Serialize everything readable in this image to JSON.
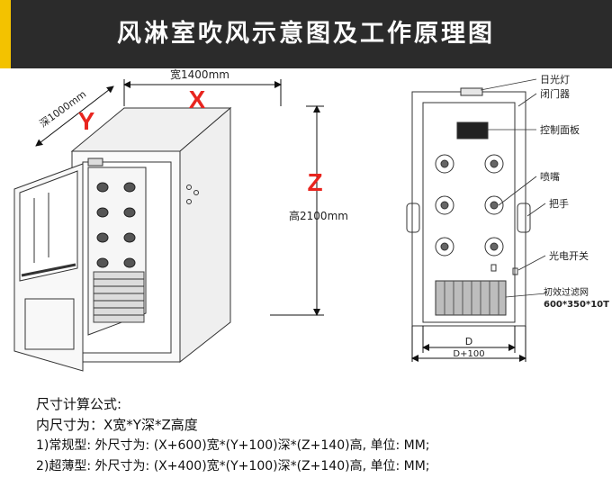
{
  "title": "风淋室吹风示意图及工作原理图",
  "dimensions": {
    "width_label": "宽1400mm",
    "depth_label": "深1000mm",
    "height_label": "高2100mm",
    "x_letter": "X",
    "y_letter": "Y",
    "z_letter": "Z"
  },
  "front_view": {
    "callouts": [
      "日光灯",
      "闭门器",
      "控制面板",
      "喷嘴",
      "把手",
      "光电开关"
    ],
    "filter_label": "初效过滤网",
    "filter_size": "600*350*10T",
    "bottom_dim_d": "D",
    "bottom_dim_d100": "D+100"
  },
  "formula": {
    "heading": "尺寸计算公式:",
    "inner": "内尺寸为：X宽*Y深*Z高度",
    "standard": "1)常规型: 外尺寸为: (X+600)宽*(Y+100)深*(Z+140)高, 单位: MM;",
    "thin": "2)超薄型: 外尺寸为: (X+400)宽*(Y+100)深*(Z+140)高, 单位: MM;"
  },
  "colors": {
    "banner": "#2b2b2b",
    "accent": "#f3c200",
    "dimension_red": "#e8251f",
    "line": "#333333"
  }
}
